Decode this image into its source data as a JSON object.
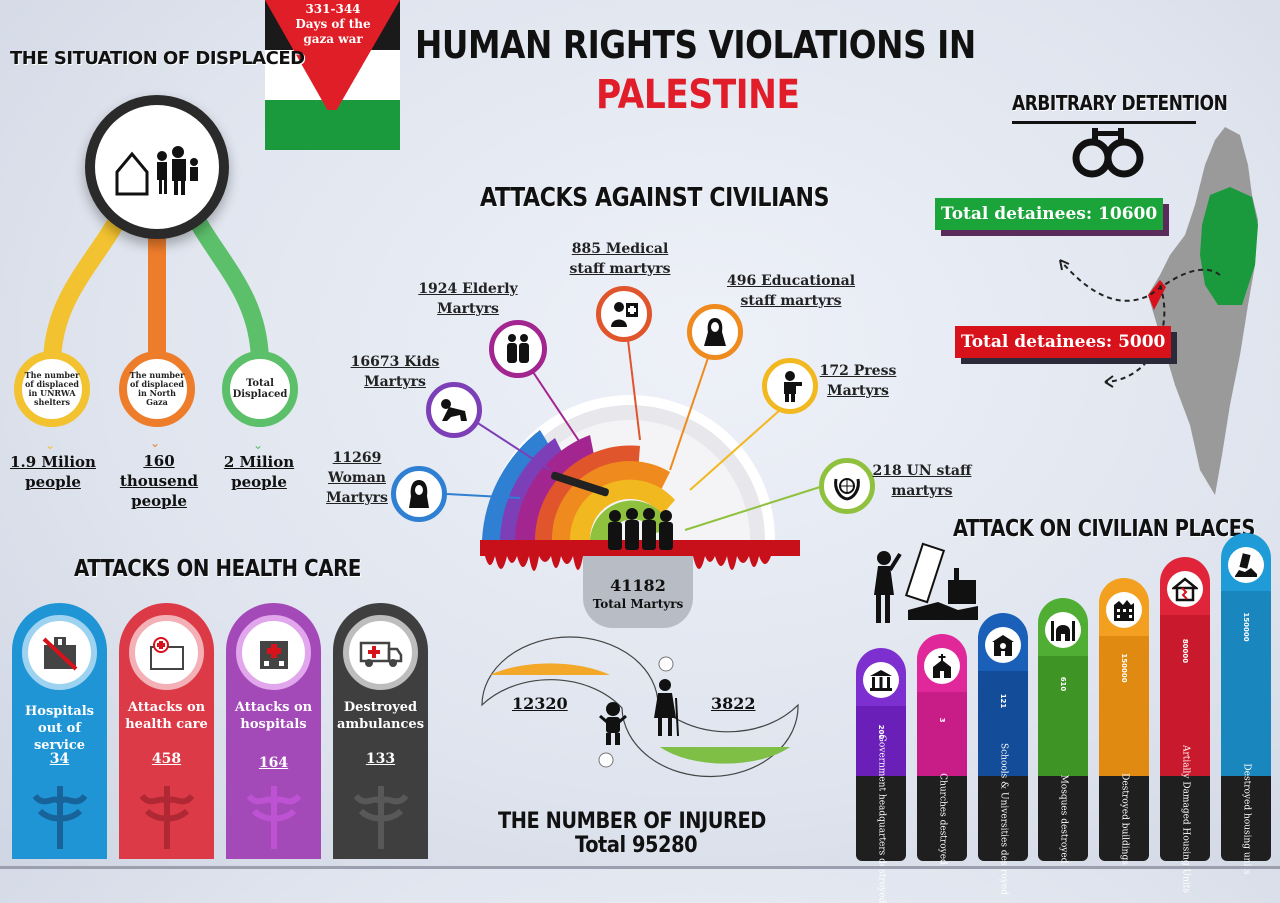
{
  "flag_text": "331-344 Days of the gaza war",
  "title": {
    "line1": "HUMAN RIGHTS VIOLATIONS IN",
    "line2": "PALESTINE"
  },
  "displaced": {
    "title": "THE SITUATION OF DISPLACED",
    "items": [
      {
        "label": "The number of displaced in UNRWA shelters",
        "value_line1": "1.9 Milion",
        "value_line2": "people",
        "color": "#f2c230"
      },
      {
        "label": "The number of displaced in North Gaza",
        "value_line1": "160 thousend",
        "value_line2": "people",
        "color": "#ee7d2b"
      },
      {
        "label": "Total Displaced",
        "value_line1": "2 Milion",
        "value_line2": "people",
        "color": "#5cbf6a"
      }
    ]
  },
  "civilians": {
    "title": "ATTACKS AGAINST CIVILIANS",
    "total_value": "41182",
    "total_label": "Total Martyrs",
    "groups": [
      {
        "l1": "11269",
        "l2": "Woman",
        "l3": "Martyrs",
        "color": "#2f7fd3",
        "icon": "woman-icon"
      },
      {
        "l1": "16673 Kids",
        "l2": "Martyrs",
        "color": "#7d3fb7",
        "icon": "child-icon"
      },
      {
        "l1": "1924 Elderly",
        "l2": "Martyrs",
        "color": "#a3258f",
        "icon": "elderly-icon"
      },
      {
        "l1": "885 Medical",
        "l2": "staff martyrs",
        "color": "#e0552b",
        "icon": "medical-staff-icon"
      },
      {
        "l1": "496 Educational",
        "l2": "staff martyrs",
        "color": "#ef8a1e",
        "icon": "teacher-icon"
      },
      {
        "l1": "172 Press",
        "l2": "Martyrs",
        "color": "#f2b820",
        "icon": "press-icon"
      },
      {
        "l1": "218 UN staff",
        "l2": "martyrs",
        "color": "#8fc13f",
        "icon": "un-icon"
      }
    ]
  },
  "detention": {
    "title": "ARBITRARY DETENTION",
    "box1": "Total detainees: 10600",
    "box2": "Total detainees: 5000",
    "color1": "#1aa43a",
    "color2": "#d8121b"
  },
  "health": {
    "title": "ATTACKS ON HEALTH CARE",
    "cards": [
      {
        "label": "Hospitals out of service",
        "value": "34",
        "color": "#1f95d6",
        "icon": "hospital-closed-icon"
      },
      {
        "label": "Attacks on health care",
        "value": "458",
        "color": "#dd3a48",
        "icon": "clinic-icon"
      },
      {
        "label": "Attacks on hospitals",
        "value": "164",
        "color": "#a34ab8",
        "icon": "hospital-icon"
      },
      {
        "label": "Destroyed ambulances",
        "value": "133",
        "color": "#3f3f3f",
        "icon": "ambulance-icon"
      }
    ]
  },
  "injured": {
    "left_value": "12320",
    "right_value": "3822",
    "title": "THE NUMBER OF INJURED",
    "total": "Total 95280"
  },
  "places": {
    "title": "ATTACK ON CIVILIAN PLACES",
    "bars": [
      {
        "label": "Government headquarters destroyed",
        "value": "200",
        "color": "#7d2fd0",
        "icon": "government-icon"
      },
      {
        "label": "Churches destroyed",
        "value": "3",
        "color": "#e0289a",
        "icon": "church-icon"
      },
      {
        "label": "Schools & Universities destroyed",
        "value": "121",
        "color": "#1a5fb8",
        "icon": "school-icon"
      },
      {
        "label": "Mosques destroyed",
        "value": "610",
        "color": "#4fae33",
        "icon": "mosque-icon"
      },
      {
        "label": "Destroyed buildings",
        "value": "150000",
        "color": "#f3a020",
        "icon": "building-icon"
      },
      {
        "label": "Artially Damaged Housing Units",
        "value": "80000",
        "color": "#e0253a",
        "icon": "damaged-house-icon"
      },
      {
        "label": "Destroyed housing units",
        "value": "150000",
        "color": "#1f9bd8",
        "icon": "destroyed-house-icon"
      }
    ]
  }
}
